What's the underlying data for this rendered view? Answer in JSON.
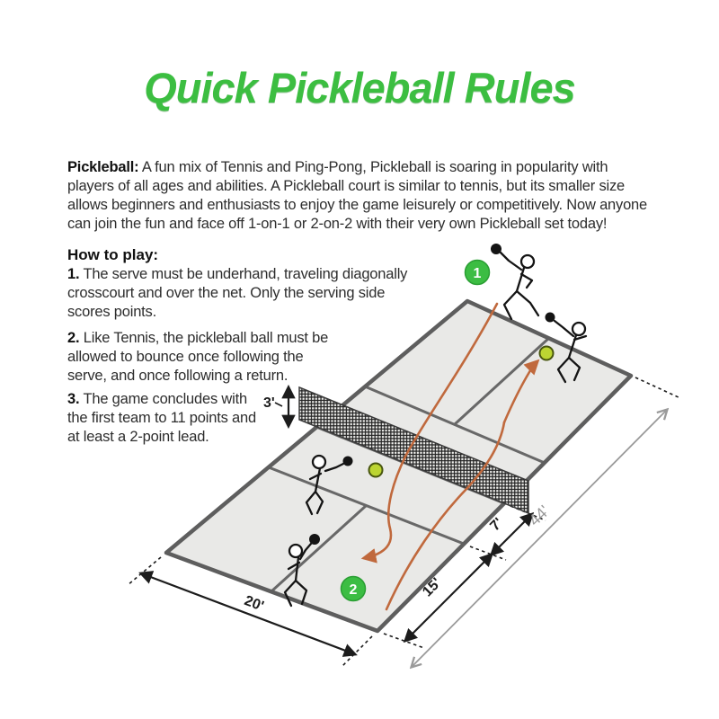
{
  "title": "Quick Pickleball Rules",
  "intro": {
    "lead": "Pickleball:",
    "text": " A fun mix of Tennis and Ping-Pong, Pickleball is soaring in popularity with\nplayers of all ages and abilities. A Pickleball court is similar to tennis, but its smaller size\nallows beginners and enthusiasts to enjoy the game leisurely or competitively. Now anyone\ncan join the fun and face off 1-on-1 or 2-on-2 with their very own Pickleball set today!"
  },
  "how_to_play": {
    "heading": "How to play:",
    "rules": [
      {
        "num": "1.",
        "text": " The serve must be underhand, traveling diagonally\ncrosscourt and over the net. Only the serving side\nscores points."
      },
      {
        "num": "2.",
        "text": " Like Tennis, the pickleball ball must be\nallowed to bounce once following the\nserve, and once following a return."
      },
      {
        "num": "3.",
        "text": " The game concludes with\nthe first team to 11 points and\nat least a 2-point lead."
      }
    ]
  },
  "diagram": {
    "markers": {
      "serve": "1",
      "return": "2"
    },
    "dimensions": {
      "net_height": "3'",
      "court_width": "20'",
      "service_area_depth": "15'",
      "kitchen_depth": "7'",
      "court_length": "44'"
    },
    "colors": {
      "accent_green": "#3cbd43",
      "court_fill": "#e9e9e7",
      "court_line": "#5e5e5e",
      "trajectory_orange": "#c0693d",
      "ball_green": "#bcd532",
      "dimension_gray": "#9a9a9a",
      "net_black": "#222222"
    }
  }
}
